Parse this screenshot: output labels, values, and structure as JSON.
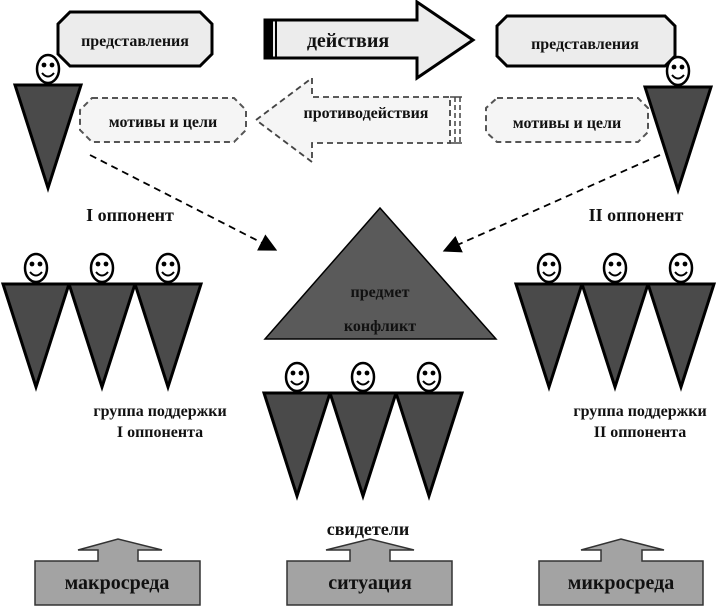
{
  "colors": {
    "figure_fill": "#4a4a4a",
    "box_fill": "#ececec",
    "dashed_fill": "#f5f5f5",
    "env_fill": "#a3a3a3",
    "stroke": "#000000"
  },
  "opponent1": {
    "ideas": "представления",
    "motives": "мотивы и цели",
    "label": "I оппонент"
  },
  "opponent2": {
    "ideas": "представления",
    "motives": "мотивы и цели",
    "label": "II оппонент"
  },
  "actions": "действия",
  "counteractions": "противодействия",
  "conflict_subject": {
    "line1": "предмет",
    "line2": "конфликт"
  },
  "support_group1": {
    "line1": "группа поддержки",
    "line2": "I оппонента"
  },
  "support_group2": {
    "line1": "группа поддержки",
    "line2": "II оппонента"
  },
  "witnesses": "свидетели",
  "environment": {
    "macro": "макросреда",
    "situation": "ситуация",
    "micro": "микросреда"
  }
}
